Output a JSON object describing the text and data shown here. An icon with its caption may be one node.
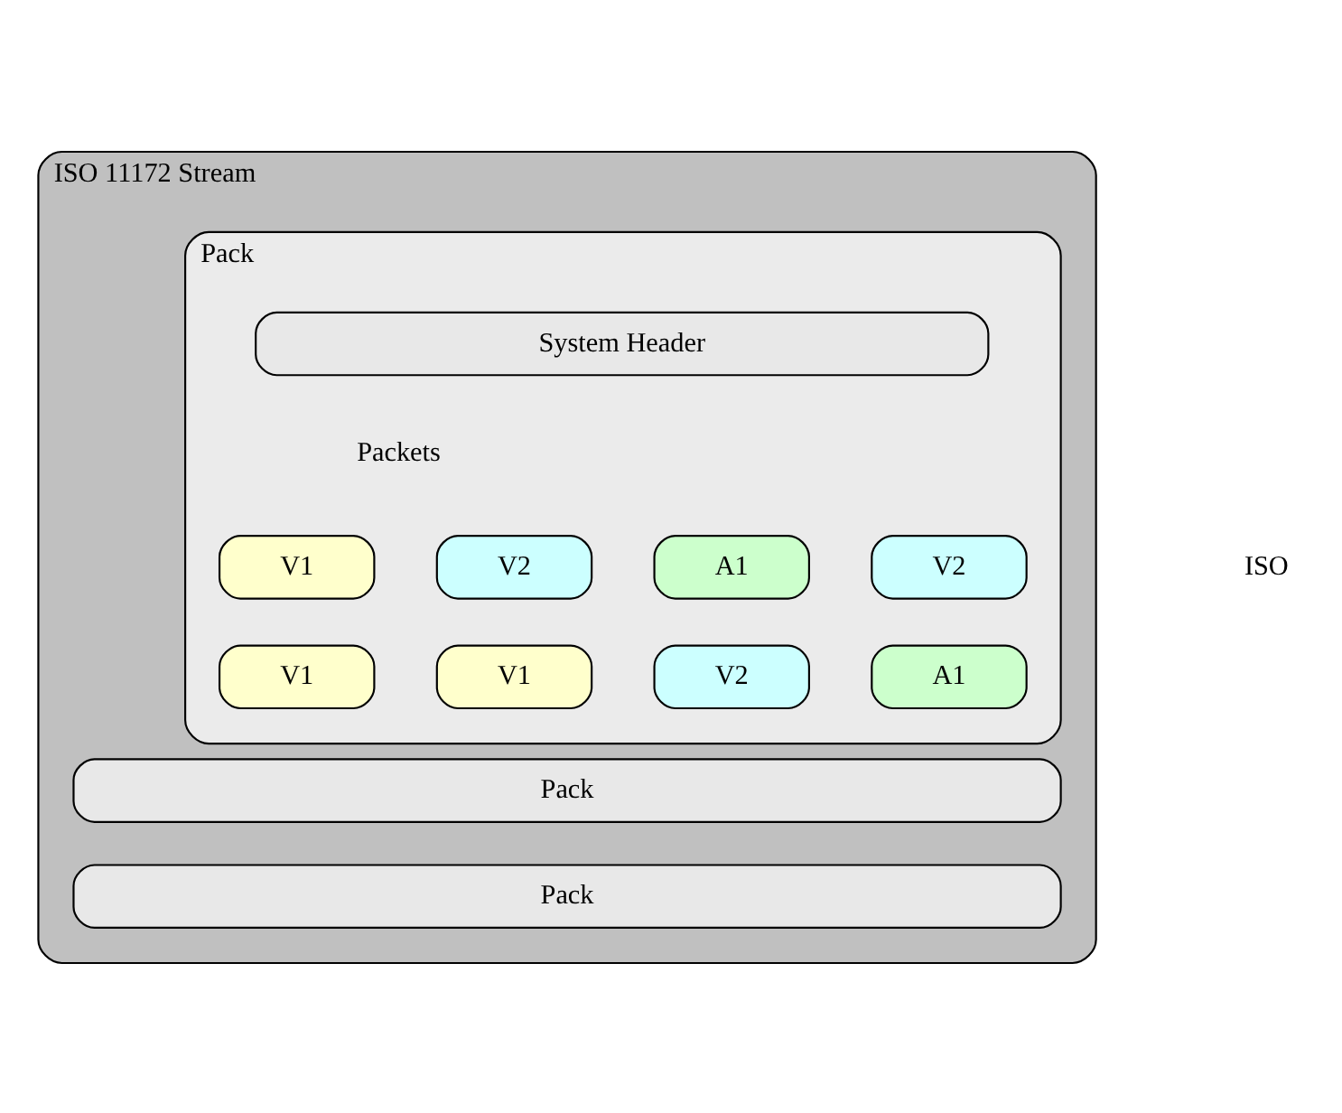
{
  "diagram": {
    "nodes": [
      {
        "text": [
          "ISO 11172 Stream"
        ]
      },
      {
        "text": [
          "Pack"
        ],
        "in": 0
      },
      {
        "text": [
          "System Header"
        ],
        "in": 1
      },
      {
        "text": [
          "V1"
        ],
        "in": 1
      },
      {
        "text": [
          "V2"
        ],
        "in": 1
      },
      {
        "text": [
          "A1"
        ],
        "in": 1
      },
      {
        "text": [
          "V2"
        ],
        "in": 1
      },
      {
        "text": [
          "V1"
        ],
        "in": 1
      },
      {
        "text": [
          "V1"
        ],
        "in": 1
      },
      {
        "text": [
          "V2"
        ],
        "in": 1
      },
      {
        "text": [
          "A1"
        ],
        "in": 1
      },
      {
        "text": [
          "Pack"
        ],
        "in": 0
      },
      {
        "text": [
          "Pack"
        ],
        "in": 0
      }
    ],
    "edges": [],
    "labels": [
      "Packets",
      "ISO"
    ]
  }
}
